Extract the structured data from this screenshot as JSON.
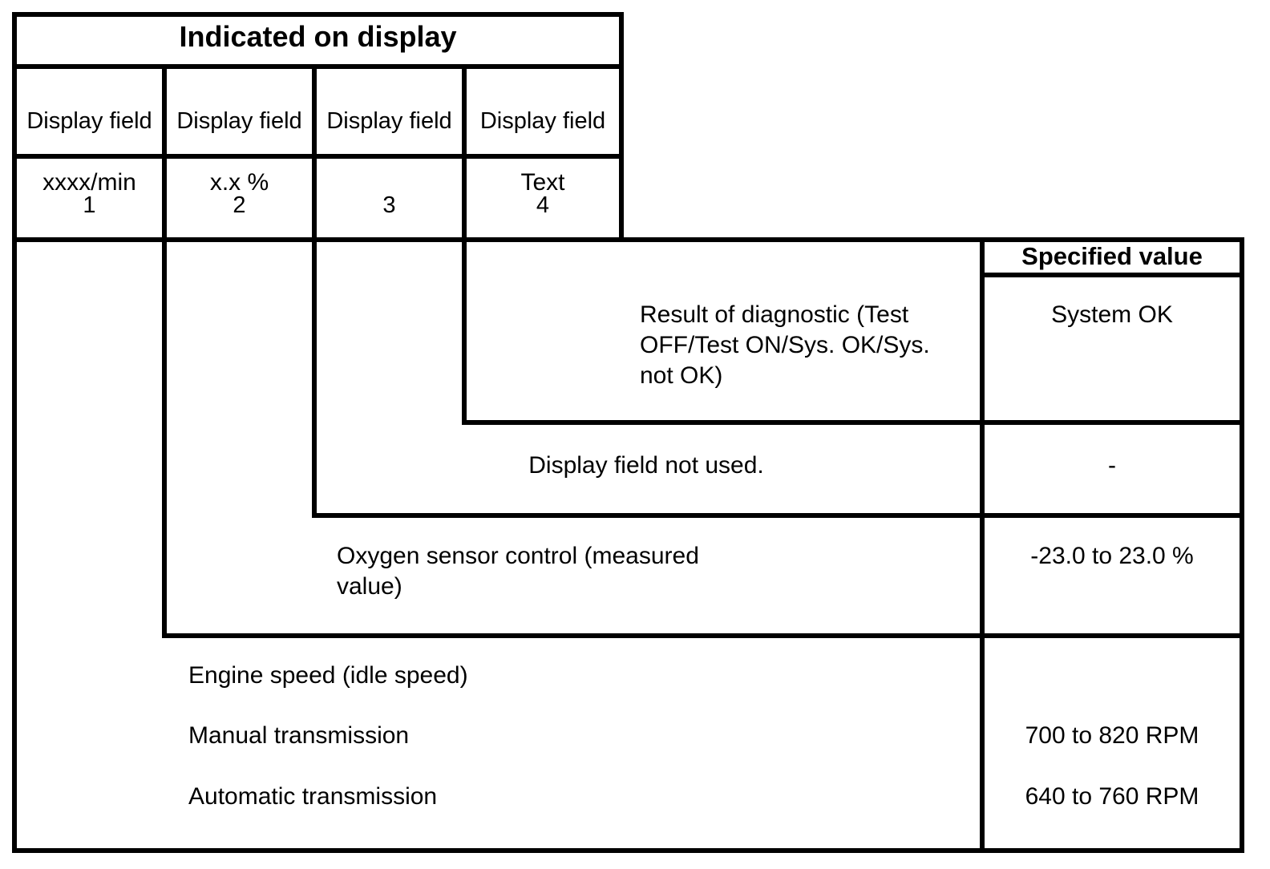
{
  "table": {
    "group_header": "Indicated on display",
    "specified_value_header": "Specified value",
    "display_fields": [
      {
        "label": "Display field",
        "number": "1",
        "value": "xxxx/min"
      },
      {
        "label": "Display field",
        "number": "2",
        "value": "x.x %"
      },
      {
        "label": "Display field",
        "number": "3",
        "value": ""
      },
      {
        "label": "Display field",
        "number": "4",
        "value": "Text"
      }
    ],
    "rows": [
      {
        "description": "Result of diagnostic (Test OFF/Test ON/Sys. OK/Sys. not OK)",
        "specified_value": "System OK"
      },
      {
        "description": "Display field not used.",
        "specified_value": "-"
      },
      {
        "description": "Oxygen sensor control (measured value)",
        "specified_value": "-23.0 to 23.0 %"
      }
    ],
    "engine_speed": {
      "heading": "Engine speed (idle speed)",
      "items": [
        {
          "description": "Manual transmission",
          "specified_value": "700 to 820 RPM"
        },
        {
          "description": "Automatic transmission",
          "specified_value": "640 to 760 RPM"
        }
      ]
    }
  },
  "colors": {
    "ink": "#000000",
    "paper": "#ffffff"
  }
}
